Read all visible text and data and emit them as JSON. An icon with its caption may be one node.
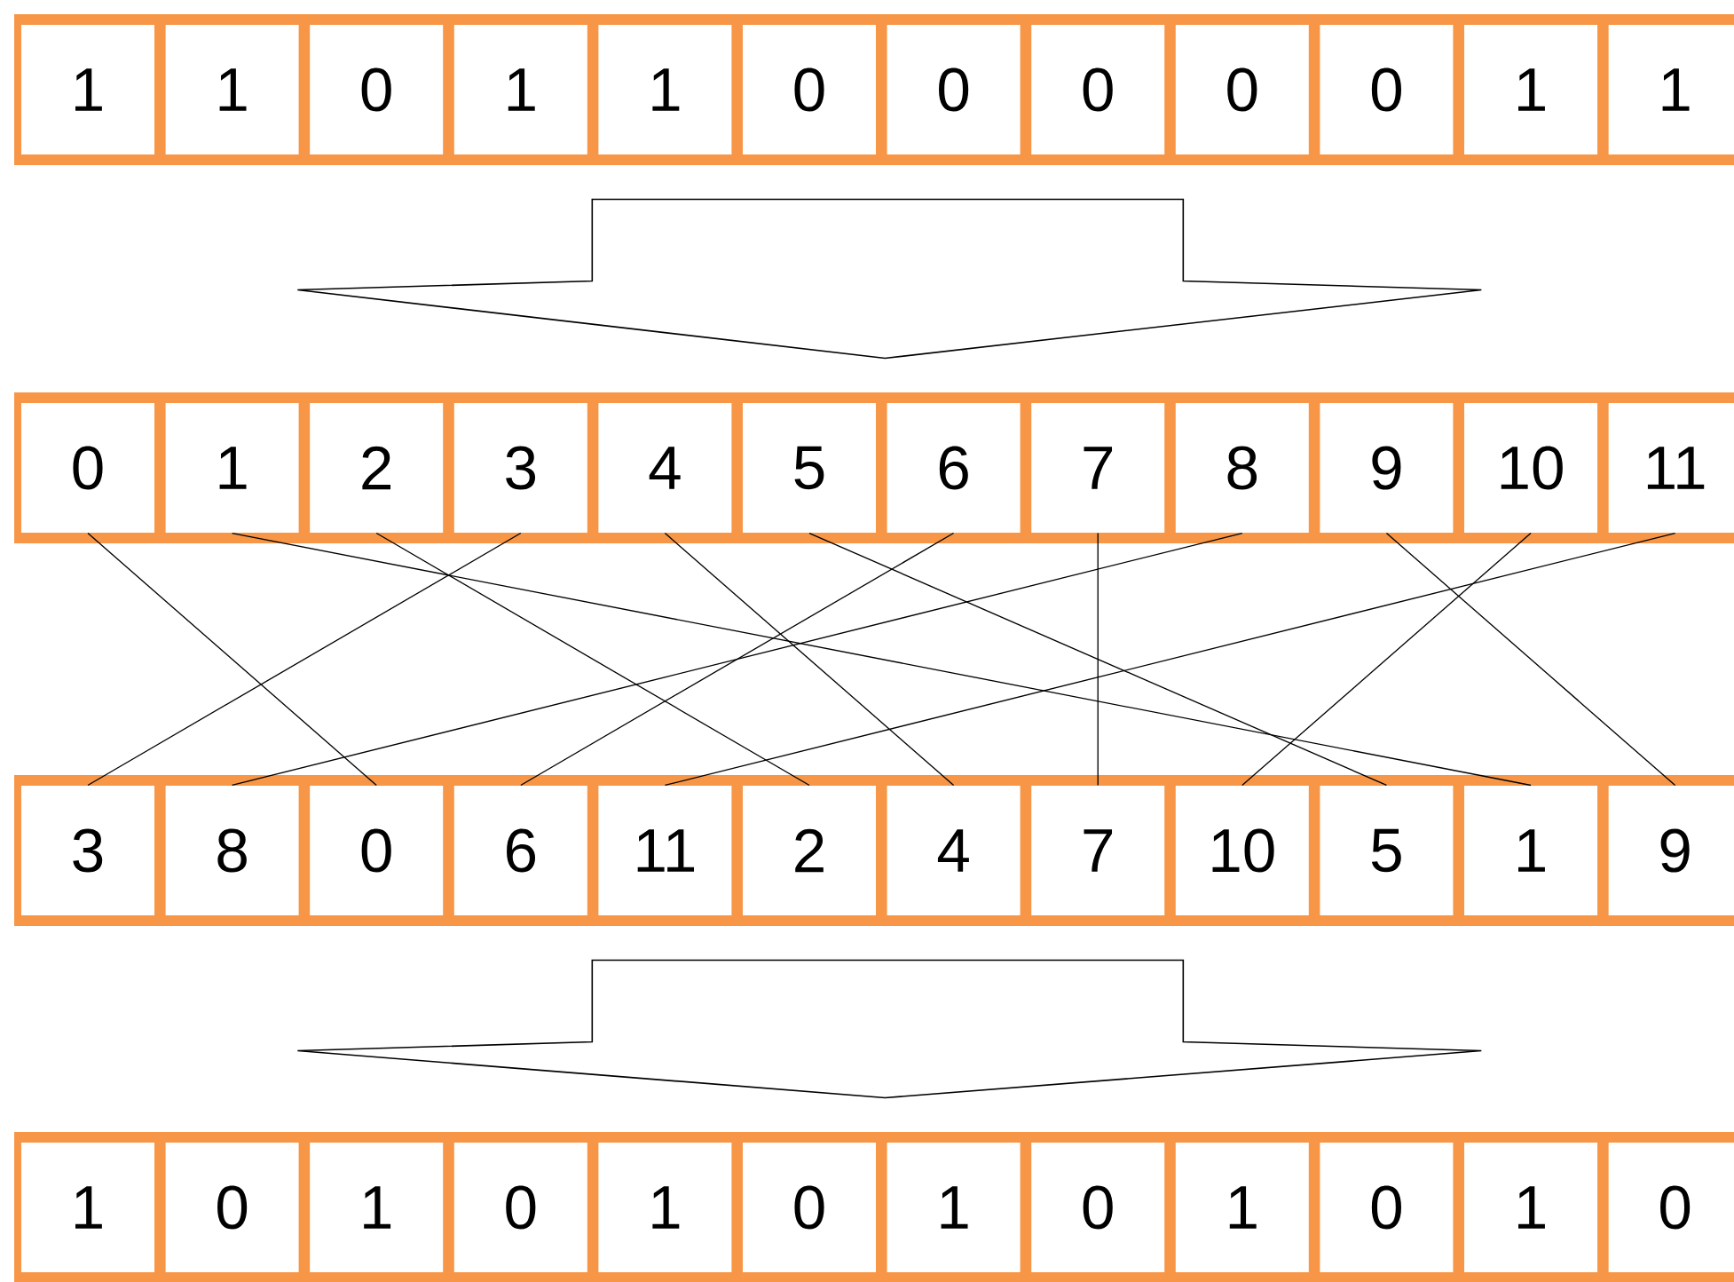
{
  "diagram": {
    "nodes": [
      {
        "text": [],
        "shape": "box"
      },
      {
        "text": [
          "1"
        ],
        "in": 0
      },
      {
        "text": [
          "1"
        ],
        "in": 0
      },
      {
        "text": [
          "0"
        ],
        "in": 0
      },
      {
        "text": [
          "1"
        ],
        "in": 0
      },
      {
        "text": [
          "1"
        ],
        "in": 0
      },
      {
        "text": [
          "0"
        ],
        "in": 0
      },
      {
        "text": [
          "0"
        ],
        "in": 0
      },
      {
        "text": [
          "0"
        ],
        "in": 0
      },
      {
        "text": [
          "0"
        ],
        "in": 0
      },
      {
        "text": [
          "0"
        ],
        "in": 0
      },
      {
        "text": [
          "1"
        ],
        "in": 0
      },
      {
        "text": [
          "1"
        ],
        "in": 0
      },
      {
        "text": [],
        "shape": "box"
      },
      {
        "text": [
          "0"
        ],
        "in": 13
      },
      {
        "text": [
          "1"
        ],
        "in": 13
      },
      {
        "text": [
          "2"
        ],
        "in": 13
      },
      {
        "text": [
          "3"
        ],
        "in": 13
      },
      {
        "text": [
          "4"
        ],
        "in": 13
      },
      {
        "text": [
          "5"
        ],
        "in": 13
      },
      {
        "text": [
          "6"
        ],
        "in": 13
      },
      {
        "text": [
          "7"
        ],
        "in": 13
      },
      {
        "text": [
          "8"
        ],
        "in": 13
      },
      {
        "text": [
          "9"
        ],
        "in": 13
      },
      {
        "text": [
          "10"
        ],
        "in": 13
      },
      {
        "text": [
          "11"
        ],
        "in": 13
      },
      {
        "text": [],
        "shape": "box"
      },
      {
        "text": [
          "3"
        ],
        "in": 26
      },
      {
        "text": [
          "8"
        ],
        "in": 26
      },
      {
        "text": [
          "0"
        ],
        "in": 26
      },
      {
        "text": [
          "6"
        ],
        "in": 26
      },
      {
        "text": [
          "11"
        ],
        "in": 26
      },
      {
        "text": [
          "2"
        ],
        "in": 26
      },
      {
        "text": [
          "4"
        ],
        "in": 26
      },
      {
        "text": [
          "7"
        ],
        "in": 26
      },
      {
        "text": [
          "10"
        ],
        "in": 26
      },
      {
        "text": [
          "5"
        ],
        "in": 26
      },
      {
        "text": [
          "1"
        ],
        "in": 26
      },
      {
        "text": [
          "9"
        ],
        "in": 26
      },
      {
        "text": [],
        "shape": "box"
      },
      {
        "text": [
          "1"
        ],
        "in": 39
      },
      {
        "text": [
          "0"
        ],
        "in": 39
      },
      {
        "text": [
          "1"
        ],
        "in": 39
      },
      {
        "text": [
          "0"
        ],
        "in": 39
      },
      {
        "text": [
          "1"
        ],
        "in": 39
      },
      {
        "text": [
          "0"
        ],
        "in": 39
      },
      {
        "text": [
          "1"
        ],
        "in": 39
      },
      {
        "text": [
          "0"
        ],
        "in": 39
      },
      {
        "text": [
          "1"
        ],
        "in": 39
      },
      {
        "text": [
          "0"
        ],
        "in": 39
      },
      {
        "text": [
          "1"
        ],
        "in": 39
      },
      {
        "text": [
          "0"
        ],
        "in": 39
      }
    ],
    "edges": [
      {
        "from": 0,
        "to": 13,
        "arrow": "to"
      },
      {
        "from": 14,
        "to": 29,
        "arrow": "none"
      },
      {
        "from": 15,
        "to": 37,
        "arrow": "none"
      },
      {
        "from": 16,
        "to": 32,
        "arrow": "none"
      },
      {
        "from": 17,
        "to": 27,
        "arrow": "none"
      },
      {
        "from": 18,
        "to": 33,
        "arrow": "none"
      },
      {
        "from": 19,
        "to": 36,
        "arrow": "none"
      },
      {
        "from": 20,
        "to": 30,
        "arrow": "none"
      },
      {
        "from": 21,
        "to": 34,
        "arrow": "none"
      },
      {
        "from": 22,
        "to": 28,
        "arrow": "none"
      },
      {
        "from": 23,
        "to": 38,
        "arrow": "none"
      },
      {
        "from": 24,
        "to": 35,
        "arrow": "none"
      },
      {
        "from": 25,
        "to": 31,
        "arrow": "none"
      },
      {
        "from": 26,
        "to": 39,
        "arrow": "to"
      }
    ]
  }
}
